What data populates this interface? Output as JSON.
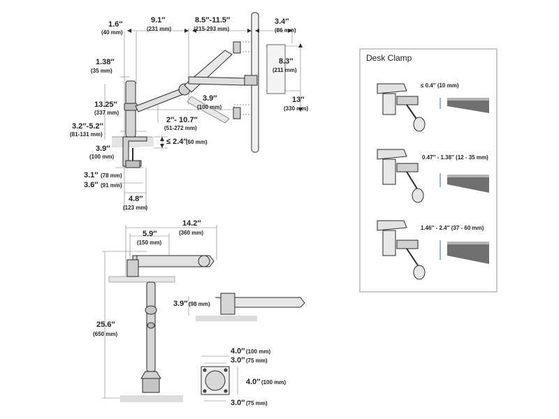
{
  "figure": {
    "top_view": {
      "d_pole_width": {
        "value": "1.6″",
        "metric": "(40 mm)"
      },
      "d_reach1": {
        "value": "9.1″",
        "metric": "(231 mm)"
      },
      "d_reach2": {
        "value": "8.5″-11.5″",
        "metric": "(215-293 mm)"
      },
      "d_monitor_offset": {
        "value": "3.4″",
        "metric": "(86 mm)"
      },
      "d_collar": {
        "value": "1.38″",
        "metric": "(35 mm)"
      },
      "d_pole_height": {
        "value": "13.25″",
        "metric": "(337 mm)"
      },
      "d_base_offset": {
        "value": "3.2″-5.2″",
        "metric": "(81-131 mm)"
      },
      "d_clamp_depth": {
        "value": "3.9″",
        "metric": "(100 mm)"
      },
      "d_arm_range": {
        "value": "2″- 10.7″",
        "metric": "(51-272 mm)"
      },
      "d_arm_drop": {
        "value": "3.9″",
        "metric": "(100 mm)"
      },
      "d_desk_thickness": {
        "value": "≤ 2.4″",
        "metric": "(60 mm)"
      },
      "d_lift": {
        "value": "8.3″",
        "metric": "(211 mm)"
      },
      "d_lift_total": {
        "value": "13″",
        "metric": "(330 mm)"
      },
      "d_clamp_a": {
        "value": "3.1″",
        "metric": "(78 mm)"
      },
      "d_clamp_b": {
        "value": "3.6″",
        "metric": "(91 mm)"
      },
      "d_base_width": {
        "value": "4.8″",
        "metric": "(123 mm)"
      }
    },
    "bottom_view": {
      "d_arm1": {
        "value": "5.9″",
        "metric": "(150 mm)"
      },
      "d_arm_total": {
        "value": "14.2″",
        "metric": "(360 mm)"
      },
      "d_pole": {
        "value": "25.6″",
        "metric": "(650 mm)"
      },
      "d_clearance": {
        "value": "3.9″",
        "metric": "(98 mm)"
      },
      "vesa": {
        "top_outer": {
          "value": "4.0″",
          "metric": "(100 mm)"
        },
        "top_inner": {
          "value": "3.0″",
          "metric": "(75 mm)"
        },
        "side_outer": {
          "value": "4.0″",
          "metric": "(100 mm)"
        },
        "bottom_inner": {
          "value": "3.0″",
          "metric": "(75 mm)"
        }
      }
    },
    "desk_clamp": {
      "title": "Desk Clamp",
      "settings": [
        {
          "range": "≤ 0.4″",
          "metric": "(10 mm)"
        },
        {
          "range": "0.47″ - 1.38″",
          "metric": "(12 - 35 mm)"
        },
        {
          "range": "1.46″ - 2.4″",
          "metric": "(37 - 60 mm)"
        }
      ]
    }
  },
  "colors": {
    "line": "#2a2a2a",
    "dim": "#555555",
    "metal": "#d6d6d6",
    "metal_dark": "#9a9a9a",
    "desk": "#6f6f6f",
    "desk_top": "#b5b5b5",
    "accent": "#2a6fb5",
    "shadow": "#dcdcdc"
  }
}
